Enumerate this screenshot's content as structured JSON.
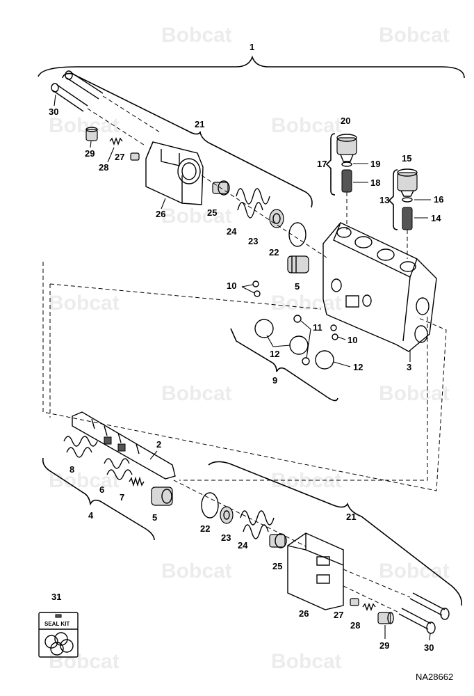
{
  "watermark": {
    "brand_text": "Bobcat"
  },
  "figure_id": "NA28662",
  "seal_kit_label": "SEAL KIT",
  "callouts": {
    "c1": "1",
    "c2": "2",
    "c3": "3",
    "c4": "4",
    "c5a": "5",
    "c5b": "5",
    "c6": "6",
    "c7": "7",
    "c8": "8",
    "c9": "9",
    "c10a": "10",
    "c10b": "10",
    "c11": "11",
    "c12a": "12",
    "c12b": "12",
    "c13": "13",
    "c14": "14",
    "c15": "15",
    "c16": "16",
    "c17": "17",
    "c18": "18",
    "c19": "19",
    "c20": "20",
    "c21a": "21",
    "c21b": "21",
    "c22a": "22",
    "c22b": "22",
    "c23a": "23",
    "c23b": "23",
    "c24a": "24",
    "c24b": "24",
    "c25a": "25",
    "c25b": "25",
    "c26a": "26",
    "c26b": "26",
    "c27a": "27",
    "c27b": "27",
    "c28a": "28",
    "c28b": "28",
    "c29a": "29",
    "c29b": "29",
    "c30a": "30",
    "c30b": "30",
    "c31": "31"
  },
  "colors": {
    "line": "#000000",
    "watermark": "#ececec",
    "shade": "#d8d8d8"
  }
}
